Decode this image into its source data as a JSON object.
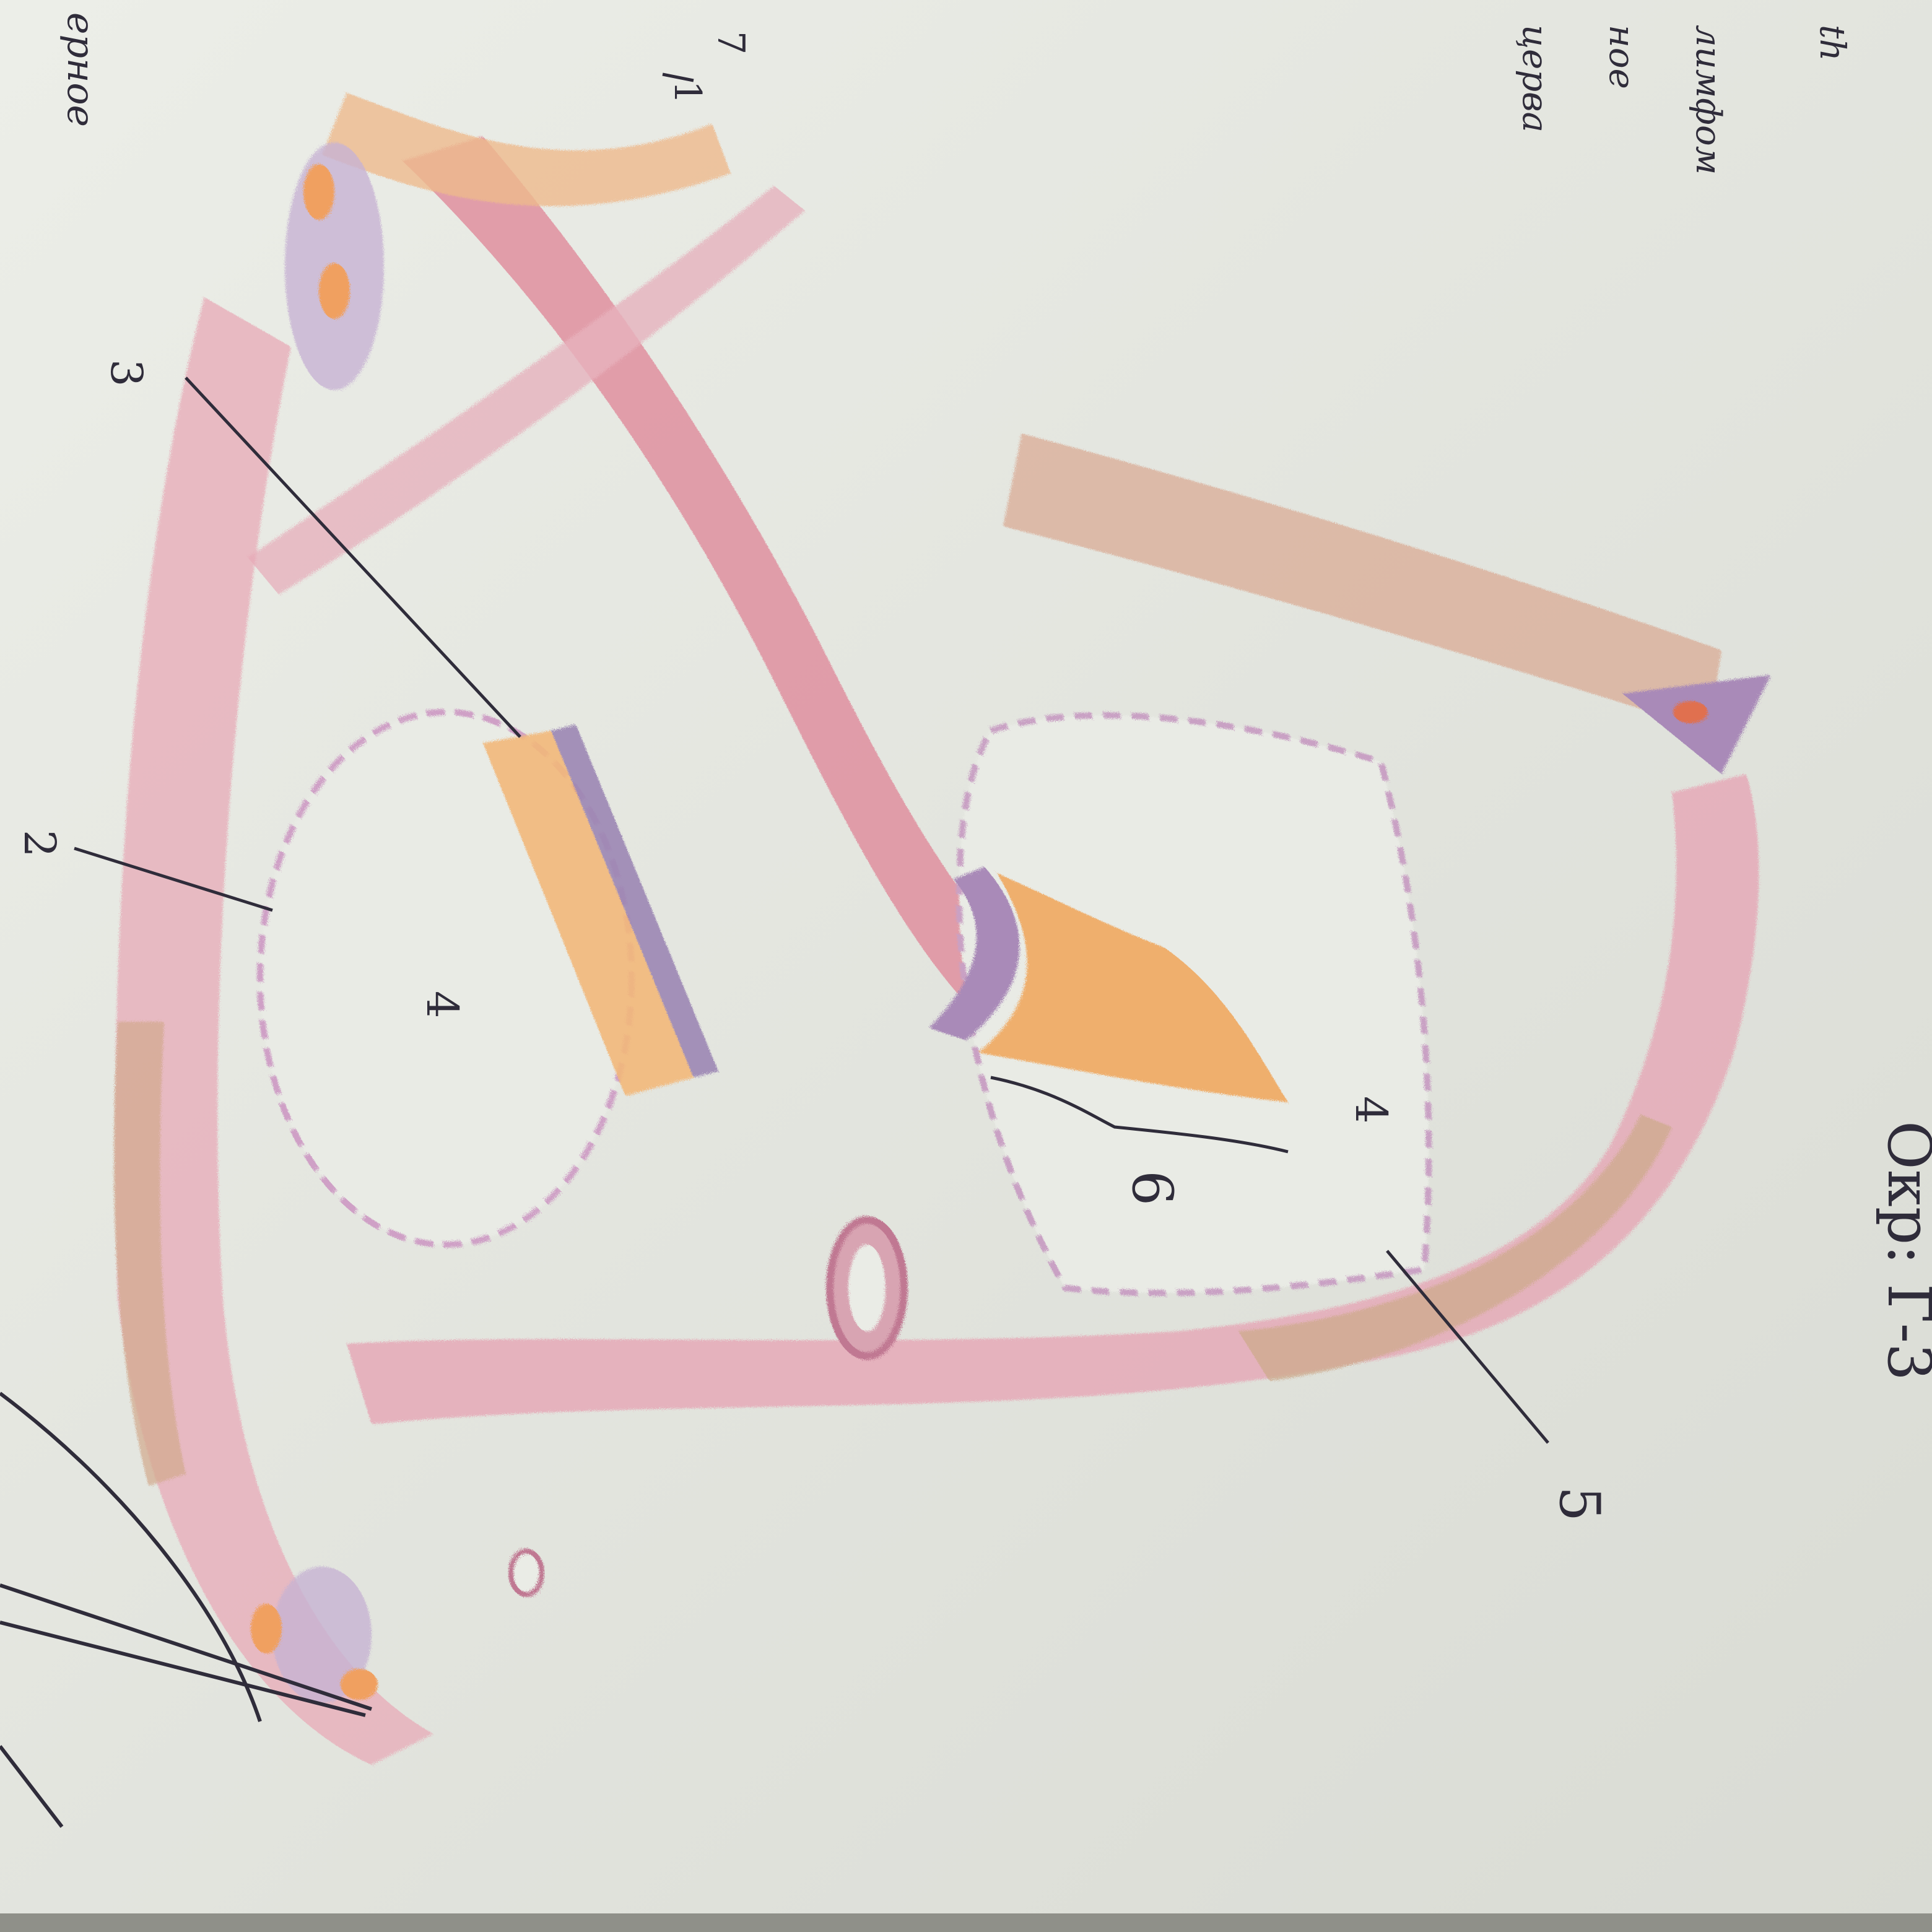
{
  "photo": {
    "subject": "colored pencil histology drawing on paper, rotated",
    "paper_color": "#e4e5df",
    "pencil_colors": {
      "pink": "#e6a3b3",
      "red": "#d97a8c",
      "orange": "#f0a860",
      "violet": "#a98ab8",
      "brown": "#c9a07d",
      "ink": "#2f2c3a"
    }
  },
  "labels": {
    "l1": "1",
    "l2": "2",
    "l3": "3",
    "l4a": "4",
    "l4b": "4",
    "l5": "5",
    "l6": "6",
    "l7": "7"
  },
  "margin_text": {
    "right_top": [
      "th",
      "лимфом",
      "ное",
      "церва"
    ],
    "left_top": "ерное",
    "right_caption": "Окр: Г-3"
  }
}
